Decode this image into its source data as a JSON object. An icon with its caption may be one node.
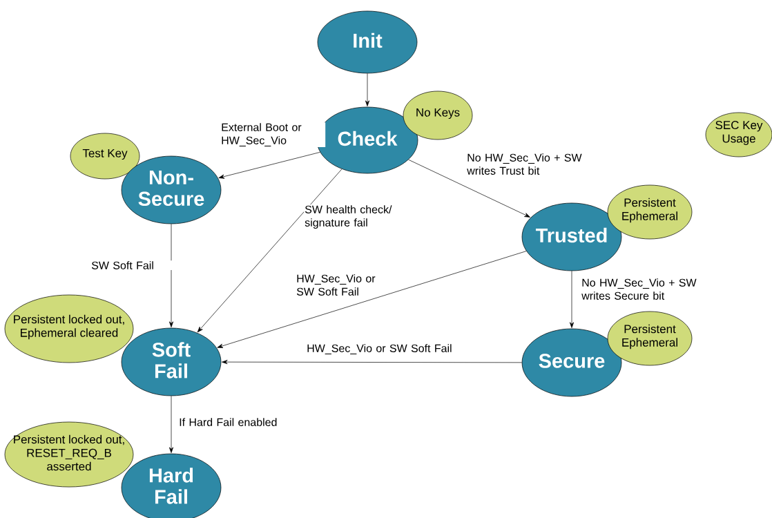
{
  "diagram": {
    "nodes": [
      {
        "text": [
          "Init"
        ]
      },
      {
        "text": [
          "Check"
        ]
      },
      {
        "text": [
          "No Keys"
        ]
      },
      {
        "text": [
          "SEC Key Usage"
        ]
      },
      {
        "text": [
          "Test Key"
        ]
      },
      {
        "text": [
          "Non-Secure"
        ]
      },
      {
        "text": [
          "Trusted"
        ]
      },
      {
        "text": [
          "Persistent Ephemeral"
        ]
      },
      {
        "text": [
          "Persistent locked out, Ephemeral cleared"
        ]
      },
      {
        "text": [
          "Soft Fail"
        ]
      },
      {
        "text": [
          "Secure"
        ]
      },
      {
        "text": [
          "Persistent Ephemeral"
        ]
      },
      {
        "text": [
          "Persistent locked out, RESET_REQ_B asserted"
        ]
      },
      {
        "text": [
          "Hard Fail"
        ]
      }
    ],
    "edges": [
      {
        "from": 0,
        "to": 1,
        "arrow": "to"
      },
      {
        "from": 1,
        "to": 5,
        "arrow": "to",
        "label": "External Boot or HW_Sec_Vio"
      },
      {
        "from": 1,
        "to": 9,
        "arrow": "to",
        "label": "SW health check/ signature fail"
      },
      {
        "from": 1,
        "to": 6,
        "arrow": "to",
        "label": "No HW_Sec_Vio + SW writes Trust bit"
      },
      {
        "from": 5,
        "to": 9,
        "arrow": "to",
        "label": "SW Soft Fail"
      },
      {
        "from": 6,
        "to": 9,
        "arrow": "to",
        "label": "HW_Sec_Vio or SW Soft Fail"
      },
      {
        "from": 6,
        "to": 10,
        "arrow": "to",
        "label": "No HW_Sec_Vio + SW writes Secure bit"
      },
      {
        "from": 10,
        "to": 9,
        "arrow": "to",
        "label": "HW_Sec_Vio or SW Soft Fail"
      },
      {
        "from": 9,
        "to": 13,
        "arrow": "to",
        "label": "If Hard Fail enabled"
      }
    ]
  }
}
